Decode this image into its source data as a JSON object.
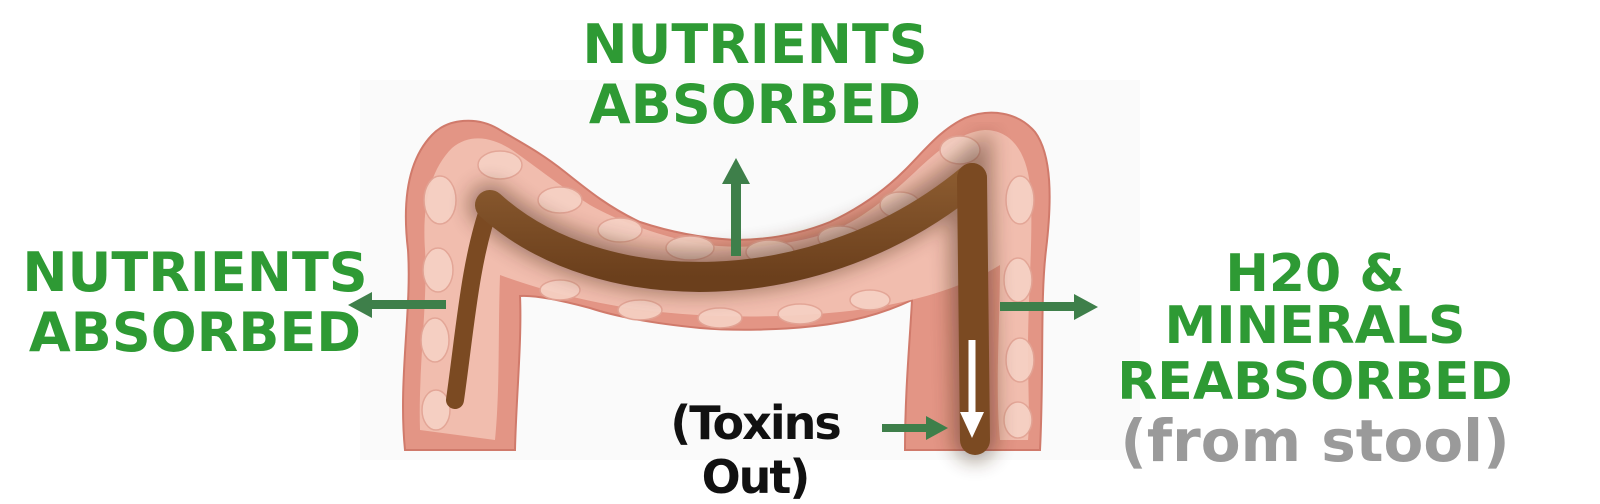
{
  "labels": {
    "top": {
      "line1": "NUTRIENTS",
      "line2": "ABSORBED"
    },
    "left": {
      "line1": "NUTRIENTS",
      "line2": "ABSORBED"
    },
    "right": {
      "line1": "H20 & MINERALS",
      "line2": "REABSORBED",
      "line3": "(from stool)"
    },
    "bottom": "(Toxins Out)"
  },
  "colors": {
    "label_green": "#2e9a34",
    "arrow_green": "#3e7f4a",
    "sublabel_gray": "#9a9a9a",
    "colon_outer": "#e08f80",
    "colon_inner": "#f2c0b1",
    "stool_brown": "#7b4a22",
    "toxins_text": "#111111"
  },
  "icons": {
    "up_arrow": "arrow-up-icon",
    "left_arrow": "arrow-left-icon",
    "right_arrow": "arrow-right-icon",
    "down_arrow": "arrow-down-icon"
  }
}
